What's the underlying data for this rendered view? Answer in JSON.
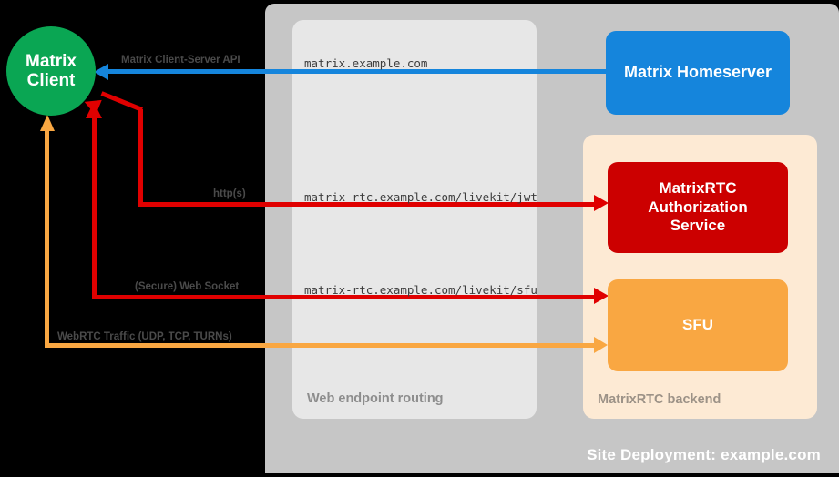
{
  "diagram": {
    "title": "Site Deployment: example.com",
    "containers": {
      "site": {
        "label": "Site Deployment: example.com",
        "color": "#c6c6c6"
      },
      "routing": {
        "label": "Web endpoint routing",
        "color": "#e7e7e7"
      },
      "backend": {
        "label": "MatrixRTC backend",
        "color": "#fdead4"
      }
    },
    "nodes": {
      "client": {
        "line1": "Matrix",
        "line2": "Client",
        "color": "#0aa653"
      },
      "homeserver": {
        "label": "Matrix Homeserver",
        "color": "#1585dc"
      },
      "auth": {
        "line1": "MatrixRTC",
        "line2": "Authorization",
        "line3": "Service",
        "color": "#cc0000"
      },
      "sfu": {
        "label": "SFU",
        "color": "#f9a742"
      }
    },
    "links": [
      {
        "id": "cs-api",
        "protocol_label": "Matrix Client-Server API",
        "endpoint": "matrix.example.com",
        "color": "#1585dc",
        "from": "Matrix Homeserver",
        "to": "Matrix Client"
      },
      {
        "id": "jwt",
        "protocol_label": "http(s)",
        "endpoint": "matrix-rtc.example.com/livekit/jwt",
        "color": "#e00000",
        "from": "Matrix Client",
        "to": "MatrixRTC Authorization Service"
      },
      {
        "id": "sfu-ws",
        "protocol_label": "(Secure) Web Socket",
        "endpoint": "matrix-rtc.example.com/livekit/sfu",
        "color": "#e00000",
        "from": "Matrix Client",
        "to": "SFU"
      },
      {
        "id": "webrtc",
        "protocol_label": "WebRTC Traffic (UDP, TCP, TURNs)",
        "endpoint": "",
        "color": "#f9a742",
        "from": "Matrix Client",
        "to": "SFU"
      }
    ]
  }
}
